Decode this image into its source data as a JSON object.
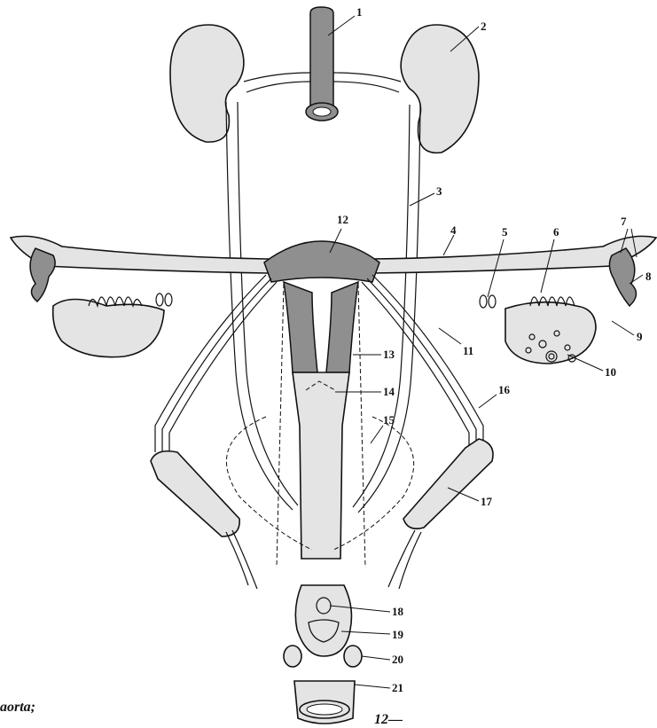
{
  "figure": {
    "labels": [
      "1",
      "2",
      "3",
      "4",
      "5",
      "6",
      "7",
      "8",
      "9",
      "10",
      "11",
      "12",
      "13",
      "14",
      "15",
      "16",
      "17",
      "18",
      "19",
      "20",
      "21"
    ]
  },
  "captions": {
    "bottom_left": "aorta;",
    "bottom_center": "12—"
  }
}
